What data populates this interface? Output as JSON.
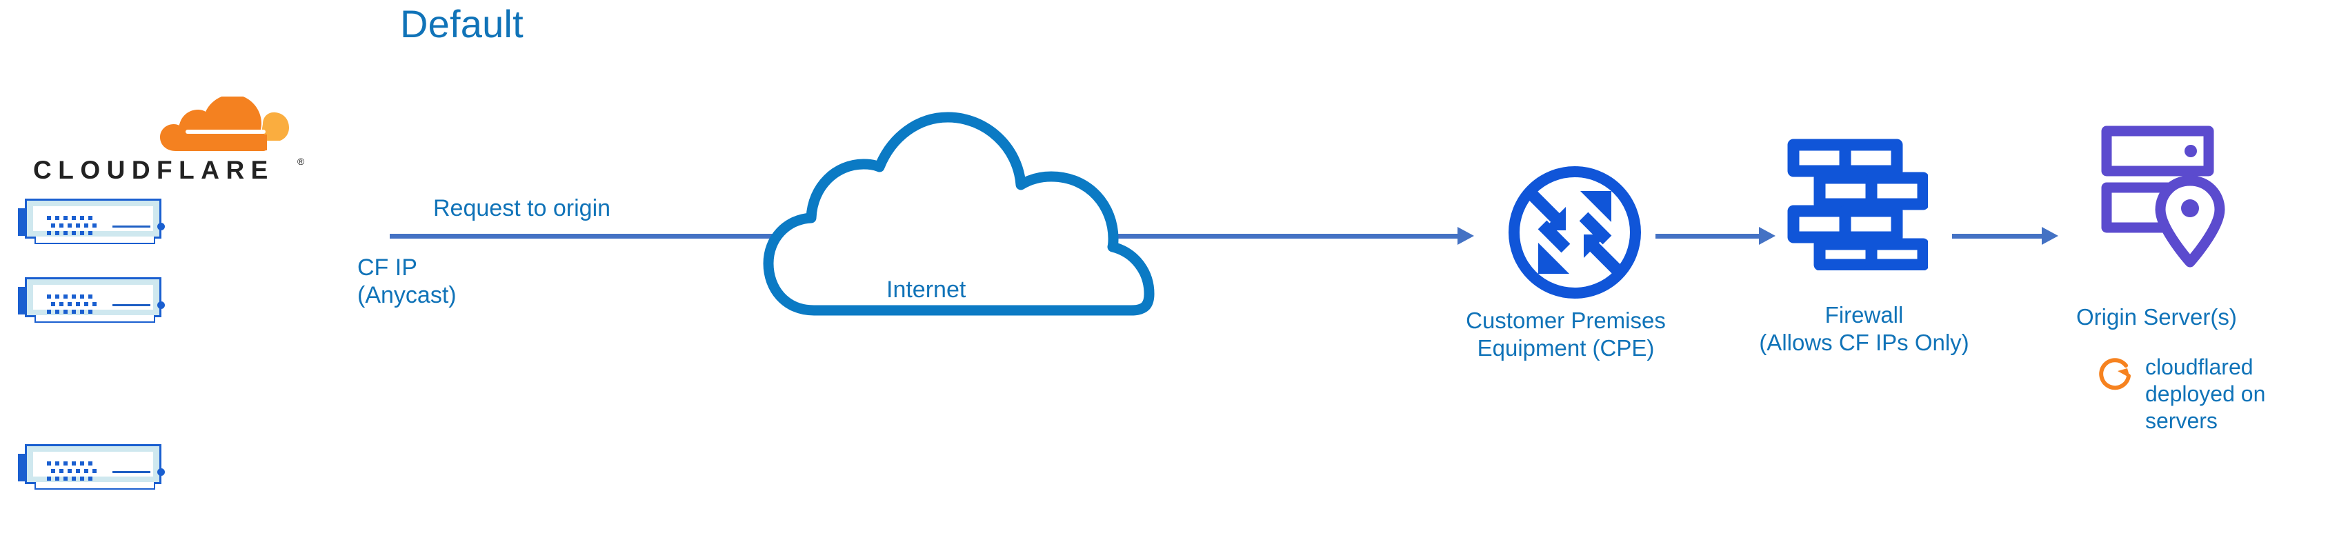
{
  "title": "Default",
  "brand": {
    "wordmark": "CLOUDFLARE",
    "registered_mark": "®",
    "logo_colors": {
      "cloud_main": "#f48120",
      "cloud_light": "#faad3f",
      "wordmark": "#222222"
    }
  },
  "colors": {
    "label_blue": "#1073b8",
    "arrow_blue": "#4472c4",
    "icon_blue": "#1055d8",
    "rack_blue": "#1a5fd0",
    "rack_fill": "#cfe8ef",
    "cloud_outline": "#0b7ac4",
    "origin_purple": "#5b4bce",
    "cloudflared_orange": "#f6821f"
  },
  "nodes": [
    {
      "id": "cloudflare-edge",
      "icon": "server-rack-icon",
      "count": 3
    },
    {
      "id": "internet",
      "icon": "cloud-icon",
      "label": "Internet"
    },
    {
      "id": "cpe",
      "icon": "router-four-arrows-icon",
      "label_line1": "Customer Premises",
      "label_line2": "Equipment (CPE)"
    },
    {
      "id": "firewall",
      "icon": "brick-wall-icon",
      "label_line1": "Firewall",
      "label_line2": "(Allows CF IPs Only)"
    },
    {
      "id": "origin",
      "icon": "server-location-pin-icon",
      "label": "Origin Server(s)"
    }
  ],
  "annotations": {
    "request_to_origin": "Request to origin",
    "cf_ip_line1": "CF IP",
    "cf_ip_line2": "(Anycast)",
    "cloudflared_line1": "cloudflared",
    "cloudflared_line2": "deployed on",
    "cloudflared_line3": "servers",
    "cloudflared_icon": "refresh-circular-arrow-icon"
  },
  "labels": {
    "internet": "Internet",
    "cpe_line1": "Customer Premises",
    "cpe_line2": "Equipment (CPE)",
    "firewall_line1": "Firewall",
    "firewall_line2": "(Allows CF IPs Only)",
    "origin": "Origin Server(s)"
  },
  "flow": {
    "arrows": [
      {
        "from": "cloudflare-edge",
        "to": "cpe",
        "through": "internet"
      },
      {
        "from": "cpe",
        "to": "firewall"
      },
      {
        "from": "firewall",
        "to": "origin"
      }
    ]
  }
}
